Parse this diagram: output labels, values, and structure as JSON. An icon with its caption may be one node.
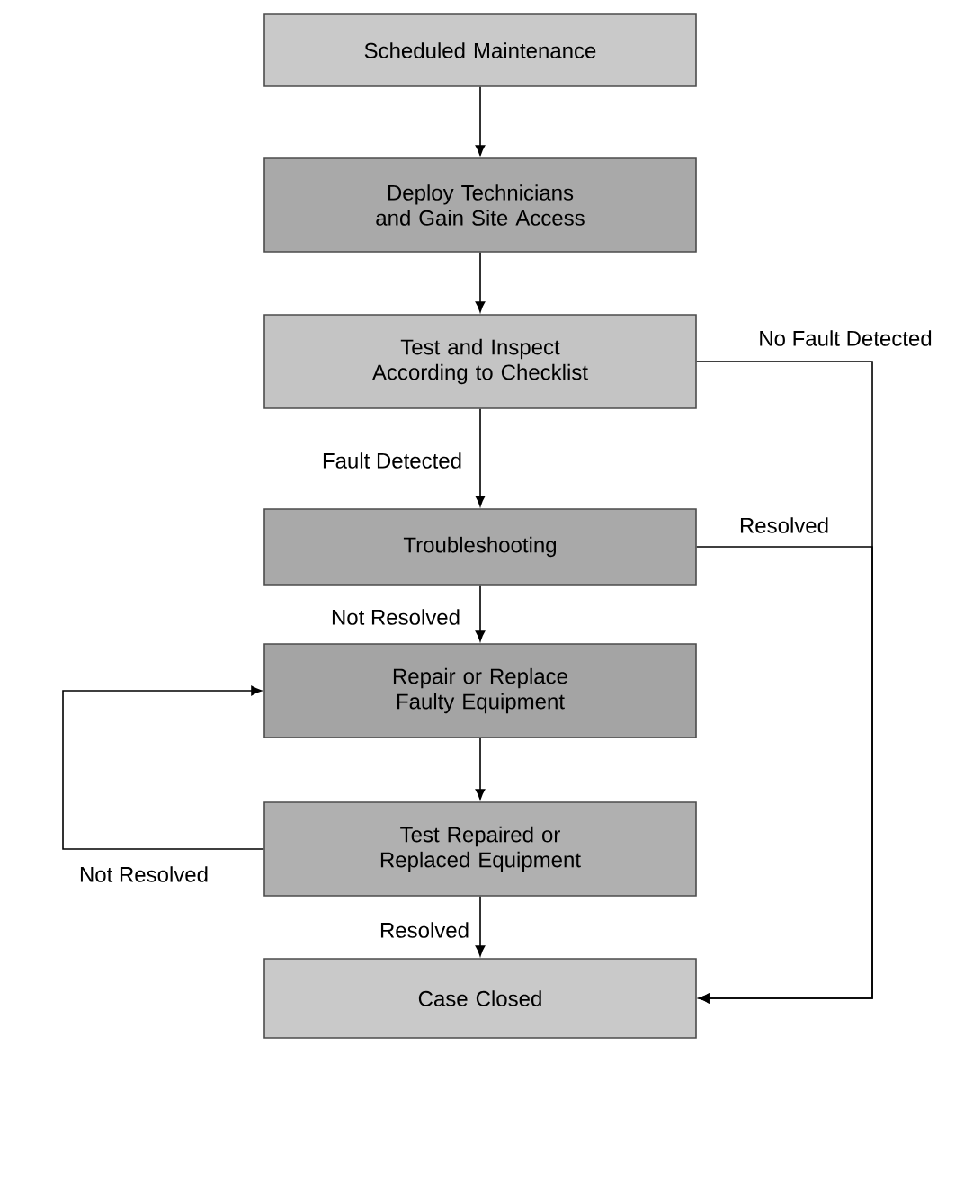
{
  "diagram": {
    "nodes": [
      {
        "text": [
          "Scheduled Maintenance"
        ]
      },
      {
        "text": [
          "Deploy Technicians and Gain Site Access"
        ]
      },
      {
        "text": [
          "Test and Inspect According to Checklist"
        ]
      },
      {
        "text": [
          "Troubleshooting"
        ]
      },
      {
        "text": [
          "Repair or Replace Faulty Equipment"
        ]
      },
      {
        "text": [
          "Test Repaired or Replaced Equipment"
        ]
      },
      {
        "text": [
          "Case Closed"
        ]
      }
    ],
    "edges": [
      {
        "from": 0,
        "to": 1,
        "arrow": "to"
      },
      {
        "from": 1,
        "to": 2,
        "arrow": "to"
      },
      {
        "from": 2,
        "to": 3,
        "arrow": "to",
        "label": "Fault Detected"
      },
      {
        "from": 3,
        "to": 4,
        "arrow": "to",
        "label": "Not Resolved"
      },
      {
        "from": 4,
        "to": 5,
        "arrow": "to"
      },
      {
        "from": 5,
        "to": 6,
        "arrow": "to",
        "label": "Resolved"
      },
      {
        "from": 5,
        "to": 4,
        "arrow": "to",
        "label": "Not Resolved"
      },
      {
        "from": 2,
        "to": 6,
        "arrow": "to",
        "label": "No Fault Detected"
      },
      {
        "from": 3,
        "to": 6,
        "arrow": "to",
        "label": "Resolved"
      }
    ]
  }
}
